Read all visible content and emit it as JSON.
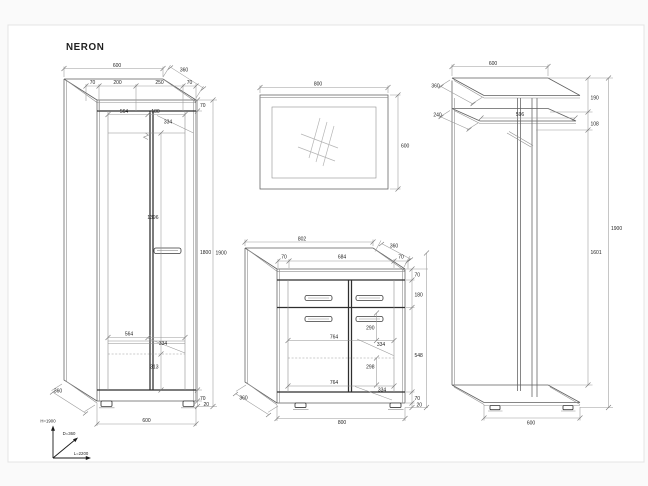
{
  "title": "NERON",
  "axis_legend": {
    "height": "H=1900",
    "depth": "D=360",
    "length": "L=2200"
  },
  "wardrobe": {
    "width_top": "600",
    "depth_top": "360",
    "front_row": [
      "70",
      "200",
      "250",
      "70"
    ],
    "top_rail": "70",
    "interior_height": "1800",
    "total_height": "1900",
    "shelf_width_top": "564",
    "shelf_inset_top": "180",
    "diag_top": "334",
    "door_interior_height": "1396",
    "shelf_width_bottom": "564",
    "diag_bottom": "334",
    "bottom_section": "313",
    "bottom_rail": "70",
    "feet_height": "20",
    "width_bottom": "600",
    "depth_bottom": "360"
  },
  "mirror": {
    "width": "800",
    "height": "600"
  },
  "commode": {
    "width_top": "802",
    "depth_top": "360",
    "top_row": [
      "70",
      "684",
      "70"
    ],
    "top_rail": "70",
    "drawer_height": "180",
    "door_height": "548",
    "bottom_rail": "70",
    "feet_height": "20",
    "interior_width_upper": "764",
    "right_door_upper": "290",
    "diag_upper": "334",
    "right_door_lower": "298",
    "interior_width_lower": "764",
    "diag_lower": "334",
    "width_bottom": "800",
    "depth_bottom": "360"
  },
  "coat_rack": {
    "width_top": "600",
    "shelf_top_depth": "360",
    "shelf_mid_depth": "240",
    "shelf_width": "596",
    "top_section": "190",
    "mid_section": "108",
    "column_height": "1601",
    "total_height": "1900",
    "width_bottom": "600"
  }
}
